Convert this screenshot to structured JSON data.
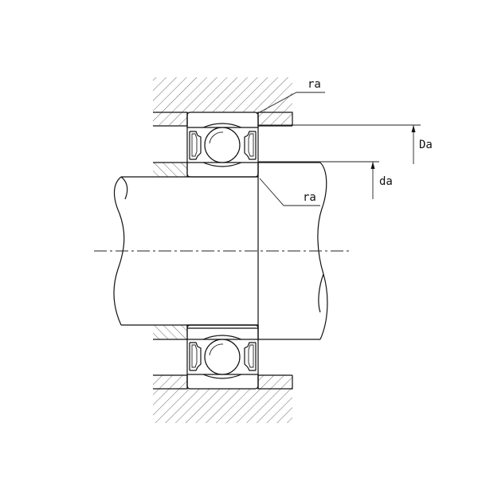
{
  "labels": {
    "ra_top": "ra",
    "ra_bottom": "ra",
    "Da": "Da",
    "da": "da"
  },
  "colors": {
    "line": "#111111",
    "hatch": "#444444",
    "background": "#ffffff"
  }
}
